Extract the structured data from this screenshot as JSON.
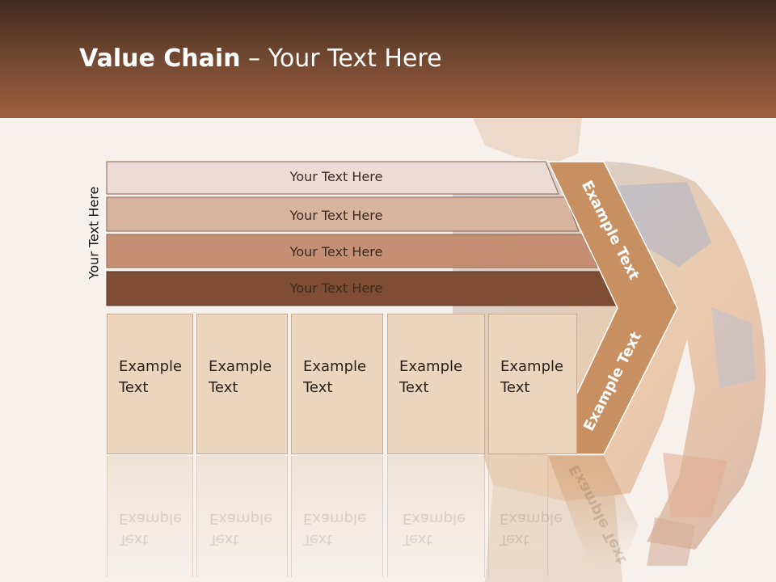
{
  "title": {
    "bold": "Value Chain",
    "rest": " – Your Text Here"
  },
  "side_label": "Your Text Here",
  "rows": [
    {
      "label": "Your Text Here",
      "color": "#eddcd5"
    },
    {
      "label": "Your Text Here",
      "color": "#d7b4a0"
    },
    {
      "label": "Your Text Here",
      "color": "#c48f72"
    },
    {
      "label": "Your Text Here",
      "color": "#7f4d33"
    }
  ],
  "cells": [
    {
      "line1": "Example",
      "line2": "Text"
    },
    {
      "line1": "Example",
      "line2": "Text"
    },
    {
      "line1": "Example",
      "line2": "Text"
    },
    {
      "line1": "Example",
      "line2": "Text"
    },
    {
      "line1": "Example",
      "line2": "Text"
    }
  ],
  "chevron": {
    "upper": "Example Text",
    "lower": "Example Text",
    "color": "#c89061"
  }
}
